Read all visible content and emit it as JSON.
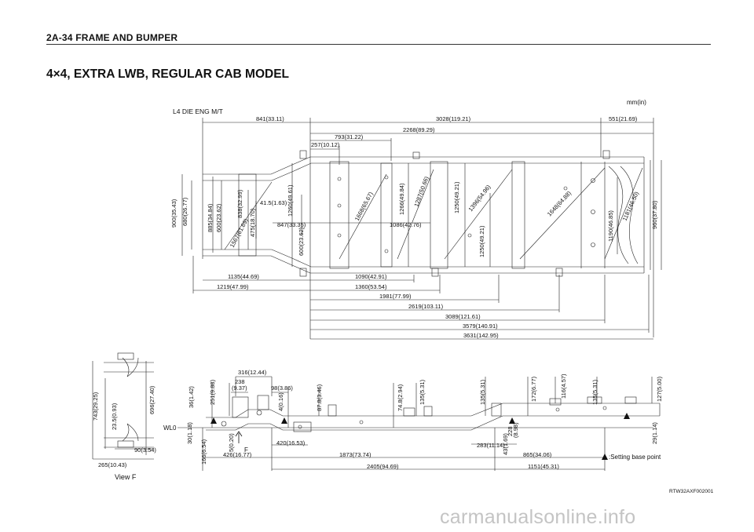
{
  "header": {
    "section": "2A-34  FRAME AND BUMPER"
  },
  "title": "4×4, EXTRA LWB, REGULAR CAB MODEL",
  "unit_label": "mm(in)",
  "engine_label": "L4 DIE ENG M/T",
  "plan_dims": {
    "d841": "841(33.11)",
    "d3028": "3028(119.21)",
    "d551": "551(21.69)",
    "d2268": "2268(89.29)",
    "d793": "793(31.22)",
    "d257": "257(10.12)",
    "d900": "900(35.43)",
    "d680": "680(26.77)",
    "d885": "885(34.84)",
    "d600a": "600(23.62)",
    "d1567": "1567(61.69)",
    "d838": "838(32.99)",
    "d475": "475(18.70)",
    "d41": "41.5(1.63)",
    "d1260": "1260(49.61)",
    "d600b": "600(23.62)",
    "d847": "847(33.35)",
    "d1668": "1668(65.67)",
    "d1266": "1266(49.84)",
    "d1287": "1287(50.66)",
    "d1086": "1086(42.76)",
    "d1250a": "1250(49.21)",
    "d1396": "1396(54.96)",
    "d1250b": "1250(49.21)",
    "d1648": "1648(64.88)",
    "d1190": "1190(46.85)",
    "d1181": "1181(46.50)",
    "d960": "960(37.80)",
    "d1135": "1135(44.69)",
    "d1090": "1090(42.91)",
    "d1219": "1219(47.99)",
    "d1360": "1360(53.54)",
    "d1981": "1981(77.99)",
    "d2619": "2619(103.11)",
    "d3089": "3089(121.61)",
    "d3579": "3579(140.91)",
    "d3631": "3631(142.95)"
  },
  "side_dims": {
    "d316": "316(12.44)",
    "d238": "238",
    "d238b": "(9.37)",
    "d98": "98(3.86)",
    "d36": "36(1.42)",
    "d251": "251(9.88)",
    "d4": "4(0.16)",
    "d87": "87.8(3.46)",
    "d74": "74.8(2.94)",
    "d135a": "135(5.31)",
    "d135b": "135(5.31)",
    "d172": "172(6.77)",
    "d116": "116(4.57)",
    "d135c": "135(5.31)",
    "d127": "127(5.00)",
    "wl0": "WL0",
    "d30": "30(1.18)",
    "d166": "166(6.54)",
    "d5": "5(0.20)",
    "d420": "420(16.53)",
    "d426": "426(16.77)",
    "d228": "228",
    "d228b": "(8.98)",
    "d43": "43(1.69)",
    "d283": "283(11.14)",
    "d29": "29(1.14)",
    "d1873": "1873(73.74)",
    "d865": "865(34.06)",
    "d2405": "2405(94.69)",
    "d1151": "1151(45.31)",
    "f": "F"
  },
  "viewf_dims": {
    "d743": "743(29.25)",
    "d696": "696(27.40)",
    "d23": "23.5(0.93)",
    "d90": "90(3.54)",
    "d265": "265(10.43)"
  },
  "view_f_label": "View F",
  "setting_base": ":Setting base point",
  "ref_code": "RTW32AXF002001",
  "watermark": "carmanualsonline.info"
}
